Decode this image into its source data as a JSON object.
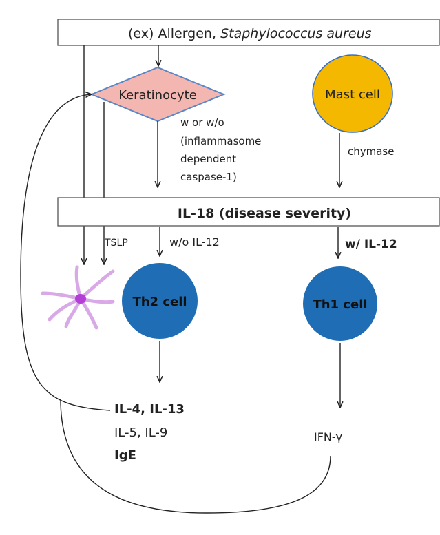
{
  "top_box": {
    "prefix": "(ex)  Allergen, ",
    "organism": "Staphylococcus aureus"
  },
  "keratinocyte": {
    "label": "Keratinocyte",
    "fill": "#f4b6b0",
    "stroke": "#5b86c5"
  },
  "mast_cell": {
    "label": "Mast cell",
    "fill": "#f5b800",
    "stroke": "#3a6fbf"
  },
  "keratinocyte_note": {
    "line1": "w or w/o",
    "line2": "(inflammasome",
    "line3": "dependent",
    "line4": "caspase-1)"
  },
  "chymase_label": "chymase",
  "il18_box": {
    "label": "IL-18 (disease severity)"
  },
  "tslp_label": "TSLP",
  "without_il12_label": "w/o IL-12",
  "with_il12_label": "w/ IL-12",
  "th2_cell": {
    "label": "Th2 cell",
    "fill": "#1f6db5"
  },
  "th1_cell": {
    "label": "Th1 cell",
    "fill": "#1f6db5"
  },
  "th2_outputs": {
    "line1": "IL-4, IL-13",
    "line2": "IL-5, IL-9",
    "line3": "IgE"
  },
  "th1_output": "IFN-γ",
  "dendritic_cell": {
    "color": "#d9a8e6",
    "nucleus": "#b43fd6"
  }
}
